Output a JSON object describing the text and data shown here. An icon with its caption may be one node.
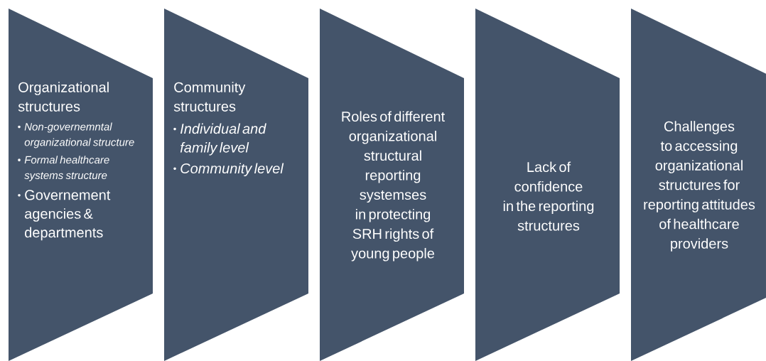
{
  "diagram": {
    "nodes": [
      {
        "text": [
          "Organizational structures",
          "Non-governemntal organizational structure",
          "Formal healthcare systems structure",
          "Governement agencies & departments"
        ]
      },
      {
        "text": [
          "Community structures",
          "Individual and family level",
          "Community level"
        ]
      },
      {
        "text": [
          "Roles of different organizational structural reporting systemses in protecting SRH rights of young people"
        ]
      },
      {
        "text": [
          "Lack of confidence in the reporting structures"
        ]
      },
      {
        "text": [
          "Challenges to accessing organizational structures for reporting attitudes of healthcare providers"
        ]
      }
    ]
  }
}
